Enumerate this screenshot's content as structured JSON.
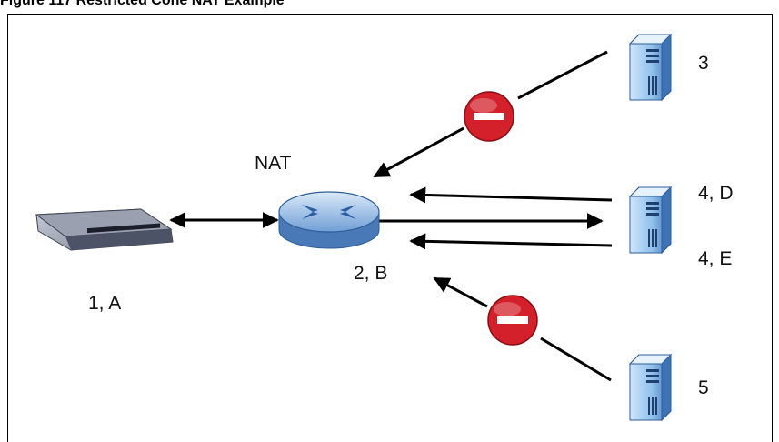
{
  "figure": {
    "caption": "Figure 117   Restricted Cone NAT Example"
  },
  "nodes": {
    "local_host": {
      "label": "1, A",
      "icon": "modem-icon"
    },
    "nat_router": {
      "label": "2, B",
      "title": "NAT",
      "icon": "router-icon"
    },
    "server_3": {
      "label": "3",
      "icon": "server-icon"
    },
    "server_4": {
      "label_d": "4, D",
      "label_e": "4, E",
      "icon": "server-icon"
    },
    "server_5": {
      "label": "5",
      "icon": "server-icon"
    }
  },
  "symbols": {
    "blocked": {
      "icon": "no-entry-icon",
      "color": "#d3202b"
    }
  },
  "colors": {
    "router": "#8fb8e6",
    "router_dark": "#4a79b8",
    "server": "#8fc0ec",
    "server_dark": "#3e73b5",
    "blocked": "#d3202b"
  }
}
